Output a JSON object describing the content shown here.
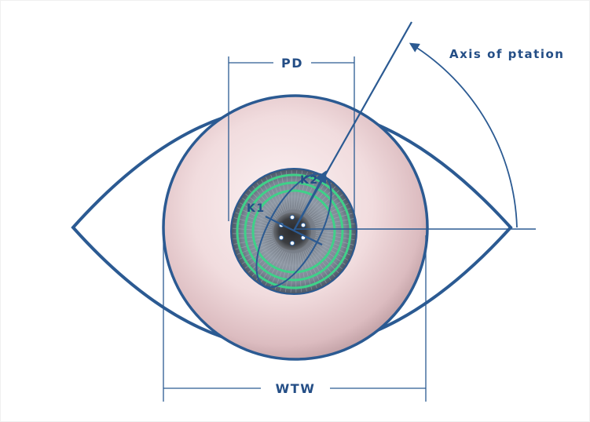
{
  "labels": {
    "pd": "PD",
    "wtw": "WTW",
    "axis": "Axis of ptation",
    "k1": "K1",
    "k2": "K2"
  },
  "colors": {
    "outline": "#2b5a92",
    "text": "#244e86",
    "ring": "#3fd189",
    "background": "#ffffff"
  }
}
